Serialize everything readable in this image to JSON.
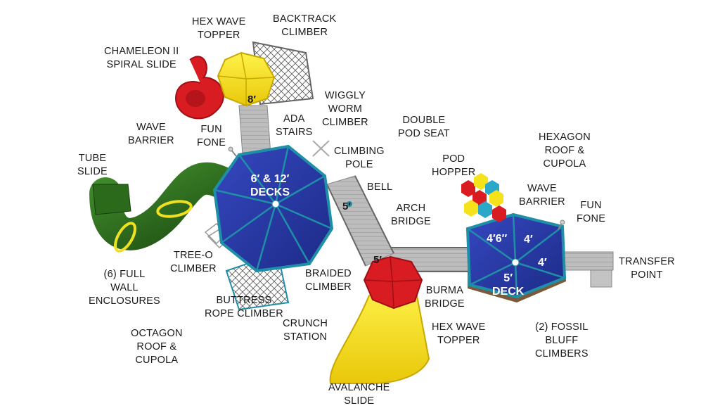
{
  "labels": {
    "hex_wave_topper_top": "HEX WAVE\nTOPPER",
    "backtrack_climber": "BACKTRACK\nCLIMBER",
    "chameleon_slide": "CHAMELEON II\nSPIRAL SLIDE",
    "wiggly_worm": "WIGGLY\nWORM\nCLIMBER",
    "ada_stairs": "ADA\nSTAIRS",
    "double_pod_seat": "DOUBLE\nPOD SEAT",
    "wave_barrier_left": "WAVE\nBARRIER",
    "fun_fone_left": "FUN\nFONE",
    "hexagon_roof": "HEXAGON\nROOF &\nCUPOLA",
    "climbing_pole": "CLIMBING\nPOLE",
    "tube_slide": "TUBE\nSLIDE",
    "pod_hopper": "POD\nHOPPER",
    "bell": "BELL",
    "wave_barrier_right": "WAVE\nBARRIER",
    "fun_fone_right": "FUN\nFONE",
    "arch_bridge": "ARCH\nBRIDGE",
    "tree_o_climber": "TREE-O\nCLIMBER",
    "full_wall": "(6) FULL\nWALL\nENCLOSURES",
    "braided_climber": "BRAIDED\nCLIMBER",
    "transfer_point": "TRANSFER\nPOINT",
    "burma_bridge": "BURMA\nBRIDGE",
    "buttress_rope": "BUTTRESS\nROPE CLIMBER",
    "crunch_station": "CRUNCH\nSTATION",
    "hex_wave_topper_bottom": "HEX WAVE\nTOPPER",
    "fossil_bluff": "(2) FOSSIL\nBLUFF\nCLIMBERS",
    "octagon_roof": "OCTAGON\nROOF &\nCUPOLA",
    "avalanche_slide": "AVALANCHE\nSLIDE"
  },
  "decks": {
    "left_deck": "6′ & 12′\nDECKS",
    "right_deck": "5′\nDECK",
    "right_deck_46": "4′6″",
    "right_deck_4a": "4′",
    "right_deck_4b": "4′"
  },
  "heights": {
    "h8": "8′",
    "h5_bridge": "5′",
    "h5_slide": "5′"
  },
  "colors": {
    "deck_blue": "#2b3aa8",
    "deck_blue_dark": "#1a2578",
    "frame_teal": "#1f8fa8",
    "slide_red": "#d81c22",
    "topper_yellow": "#f5e21a",
    "tube_green": "#2f6b1f",
    "walkway_grey": "#b9b9b9",
    "ring_yellow": "#f0e020"
  }
}
